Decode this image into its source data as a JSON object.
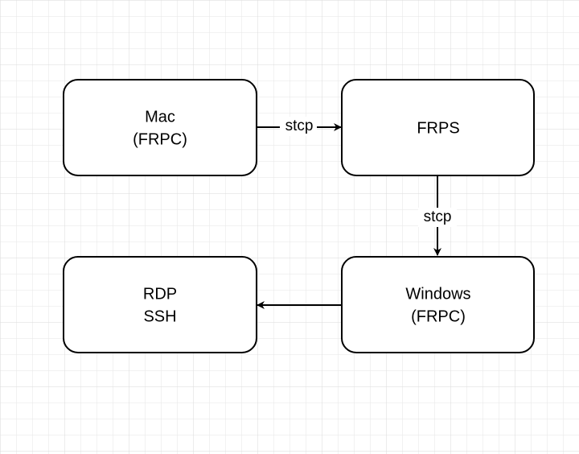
{
  "colors": {
    "background": "#ffffff",
    "grid": "#e6e6e6",
    "stroke": "#000000"
  },
  "nodes": {
    "mac": {
      "line1": "Mac",
      "line2": "(FRPC)"
    },
    "frps": {
      "line1": "FRPS"
    },
    "windows": {
      "line1": "Windows",
      "line2": "(FRPC)"
    },
    "rdp": {
      "line1": "RDP",
      "line2": "SSH"
    }
  },
  "edges": {
    "mac_to_frps": {
      "label": "stcp"
    },
    "frps_to_windows": {
      "label": "stcp"
    },
    "windows_to_rdp": {
      "label": ""
    }
  }
}
